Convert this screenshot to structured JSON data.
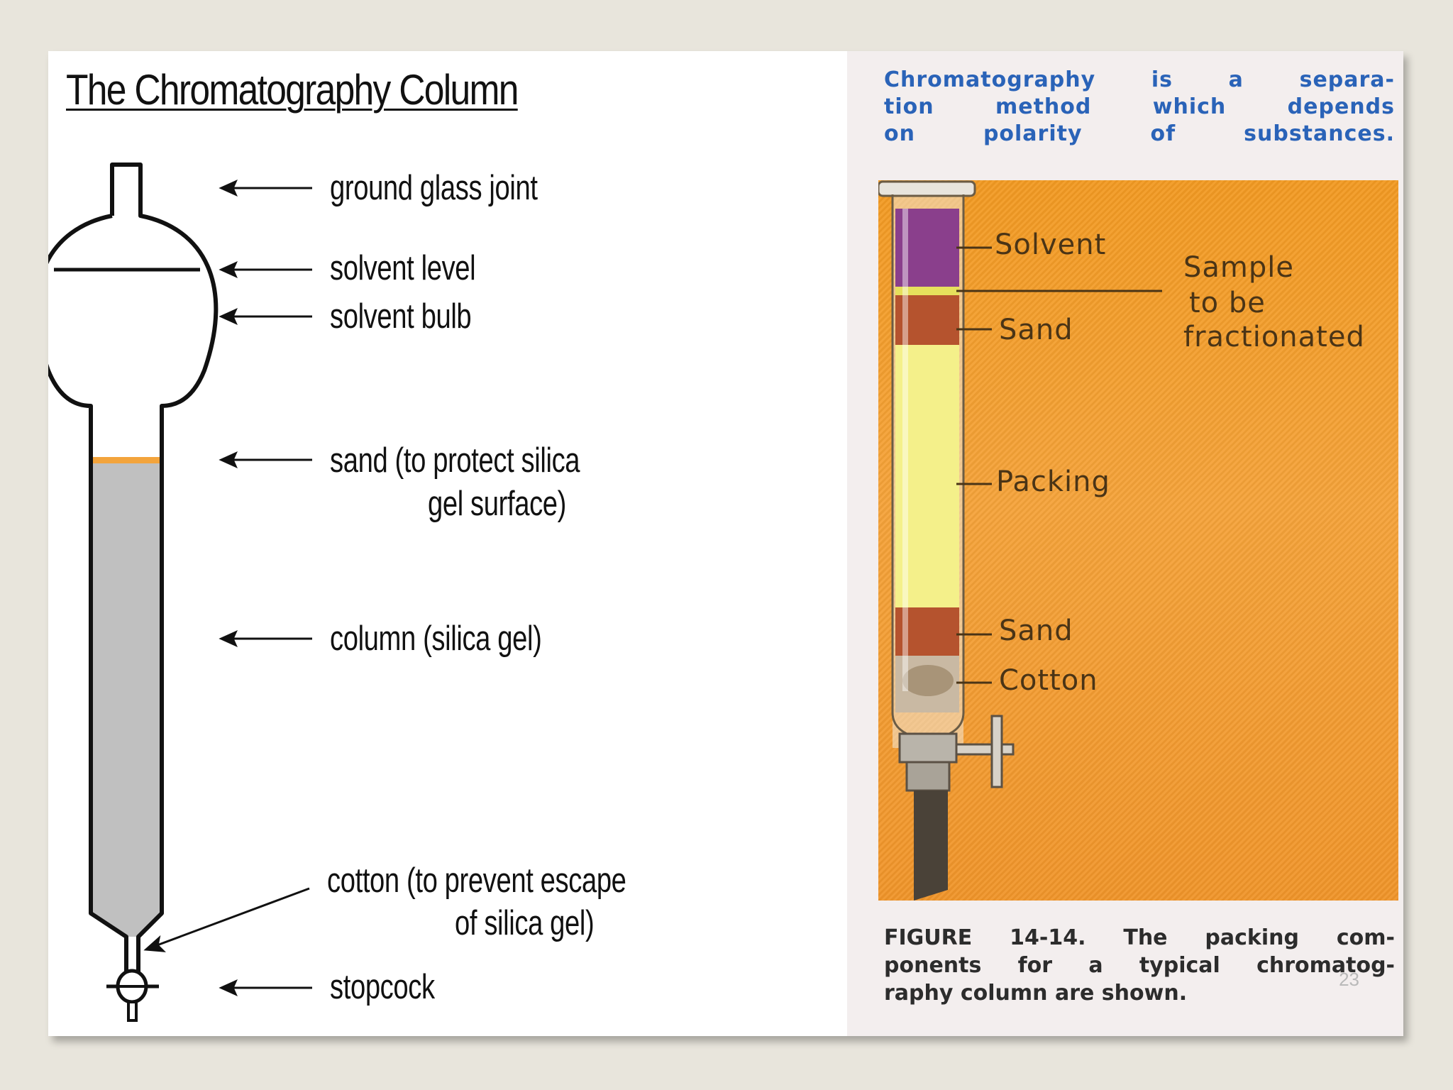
{
  "left": {
    "title": "The Chromatography Column",
    "labels": {
      "ground_glass_joint": "ground glass joint",
      "solvent_level": "solvent level",
      "solvent_bulb": "solvent bulb",
      "sand_line1": "sand (to protect silica",
      "sand_line2": "gel surface)",
      "column": "column (silica gel)",
      "cotton_line1": "cotton (to prevent escape",
      "cotton_line2": "of silica gel)",
      "stopcock": "stopcock"
    }
  },
  "right": {
    "header_lines": [
      "Chromatography is a separa-",
      "tion method which depends",
      "on polarity of substances."
    ],
    "figure_labels": {
      "solvent": "Solvent",
      "sample_line1": "Sample",
      "sample_line2": "to be",
      "sample_line3": "fractionated",
      "sand_top": "Sand",
      "packing": "Packing",
      "sand_bottom": "Sand",
      "cotton": "Cotton"
    },
    "caption_lines": [
      "FIGURE 14-14. The packing com-",
      "ponents for a typical chromatog-",
      "raphy column are shown."
    ]
  },
  "page_number": "23",
  "colors": {
    "background": "#e8e5dc",
    "header_blue": "#2a63b8",
    "orange": "#f29a22",
    "sand_line": "#f3a43c",
    "silica_gray": "#c0c0c0",
    "solvent_purple": "#8a3f8c",
    "packing_yellow": "#f4f08a",
    "sand_brown": "#b5532e"
  }
}
